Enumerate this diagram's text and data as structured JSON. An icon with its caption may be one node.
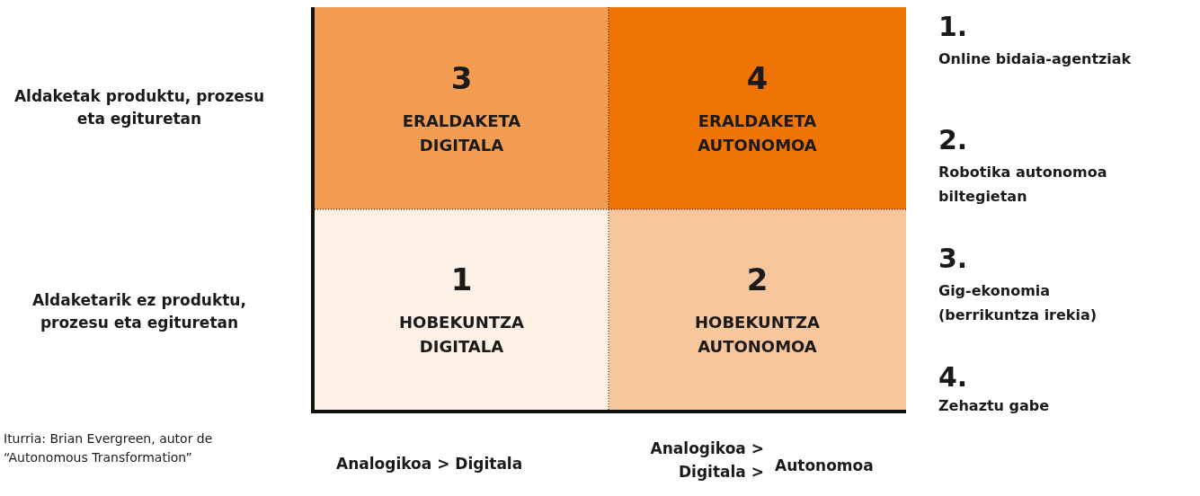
{
  "diagram": {
    "nodes": [
      {
        "text": [
          "3",
          "ERALDAKETA DIGITALA"
        ]
      },
      {
        "text": [
          "4",
          "ERALDAKETA AUTONOMOA"
        ]
      },
      {
        "text": [
          "1",
          "HOBEKUNTZA DIGITALA"
        ]
      },
      {
        "text": [
          "2",
          "HOBEKUNTZA AUTONOMOA"
        ]
      }
    ],
    "labels": [
      "Aldaketak produktu, prozesu eta egituretan",
      "Aldaketarik ez produktu, prozesu eta egituretan",
      "1.",
      "Online bidaia-agentziak",
      "2.",
      "Robotika autonomoa biltegietan",
      "3.",
      "Gig-ekonomia (berrikuntza irekia)",
      "4.",
      "Zehaztu gabe",
      "Iturria: Brian Evergreen, autor de “Autonomous Transformation”",
      "Analogikoa > Digitala",
      "Analogikoa > Digitala >",
      "Autonomoa"
    ]
  }
}
